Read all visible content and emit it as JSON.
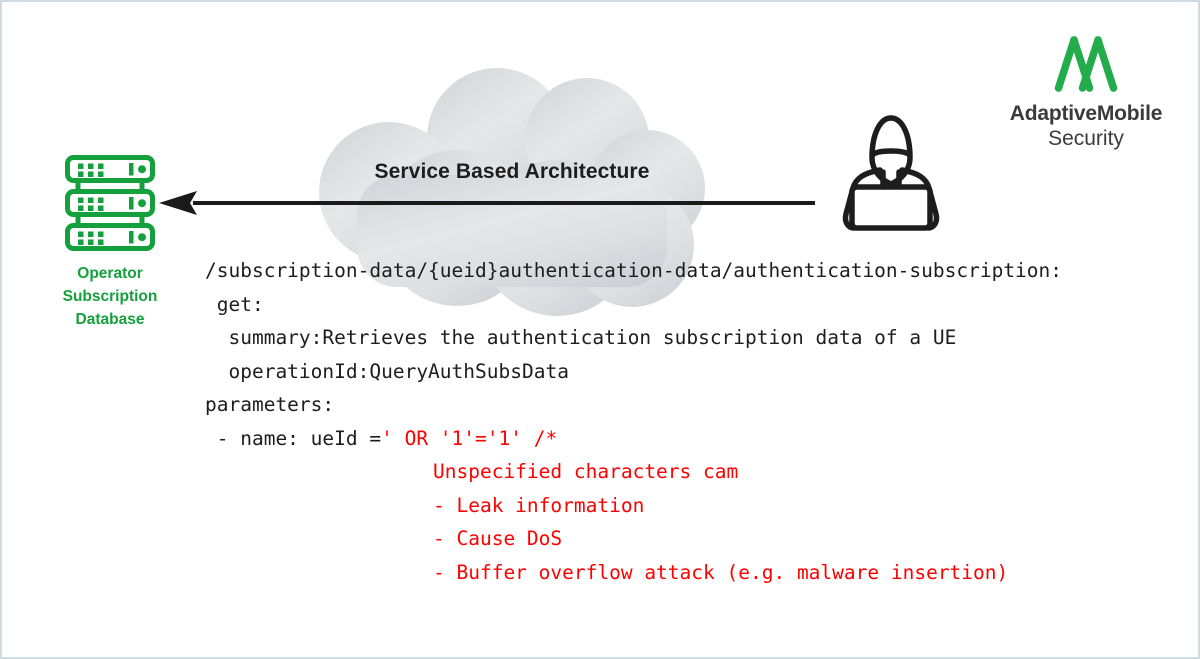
{
  "diagram": {
    "title": "Service Based Architecture",
    "cloud_label": "Service Based Architecture",
    "arrow": {
      "name": "attack-arrow",
      "direction": "left",
      "color": "#1a1a1a"
    },
    "colors": {
      "brand_green": "#14a03c",
      "logo_green": "#22ac4b",
      "code_black": "#1d1d1d",
      "code_red": "#fe0000",
      "cloud_light": "#e9eaec",
      "cloud_dark": "#c9ccd1",
      "border": "#cfdde2",
      "figure_dark": "#1d1d1d"
    }
  },
  "database": {
    "icon": "server-rack-icon",
    "label_lines": [
      "Operator",
      "Subscription",
      "Database"
    ],
    "label": "Operator Subscription Database",
    "rack_count": 3,
    "dot_grid": "3x2"
  },
  "attacker": {
    "icon": "hooded-hacker-with-laptop-icon",
    "label": ""
  },
  "brand": {
    "logo_icon": "adaptivemobile-m-logo",
    "name": "AdaptiveMobile",
    "sub": "Security"
  },
  "code": {
    "lines": [
      {
        "indent": 0,
        "segments": [
          {
            "text": "/subscription-data/{ueid}authentication-data/authentication-subscription:",
            "color": "black"
          }
        ]
      },
      {
        "indent": 0,
        "segments": [
          {
            "text": " get:",
            "color": "black"
          }
        ]
      },
      {
        "indent": 0,
        "segments": [
          {
            "text": "  summary:Retrieves the authentication subscription data of a UE",
            "color": "black"
          }
        ]
      },
      {
        "indent": 0,
        "segments": [
          {
            "text": "  operationId:QueryAuthSubsData",
            "color": "black"
          }
        ]
      },
      {
        "indent": 0,
        "segments": [
          {
            "text": "parameters:",
            "color": "black"
          }
        ]
      },
      {
        "indent": 0,
        "segments": [
          {
            "text": " - name: ueId =",
            "color": "black"
          },
          {
            "text": "' OR '1'='1' /*",
            "color": "red"
          }
        ]
      },
      {
        "indent": 1,
        "segments": [
          {
            "text": "Unspecified characters cam",
            "color": "red"
          }
        ]
      },
      {
        "indent": 1,
        "segments": [
          {
            "text": "- Leak information",
            "color": "red"
          }
        ]
      },
      {
        "indent": 1,
        "segments": [
          {
            "text": "- Cause DoS",
            "color": "red"
          }
        ]
      },
      {
        "indent": 1,
        "segments": [
          {
            "text": "- Buffer overflow attack (e.g. malware insertion)",
            "color": "red"
          }
        ]
      }
    ]
  }
}
